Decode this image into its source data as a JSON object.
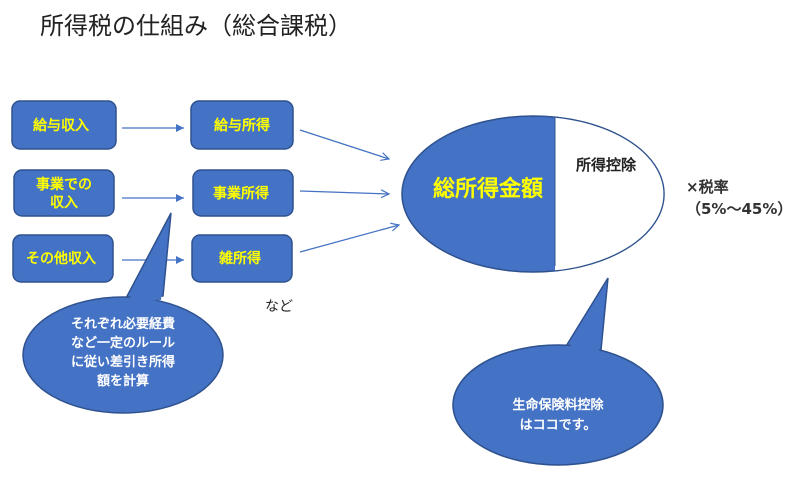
{
  "title": "所得税の仕組み（総合課税）",
  "income_sources": [
    "給与収入",
    [
      "事業での",
      "収入"
    ],
    "その他収入"
  ],
  "income_types": [
    "給与所得",
    "事業所得",
    "雑所得"
  ],
  "etc_label": "など",
  "total_income": "総所得金額",
  "deduction": "所得控除",
  "tax_rate": {
    "label": "×税率",
    "range": "（5%～45%）"
  },
  "callout_left": [
    "それぞれ必要経費",
    "など一定のルール",
    "に従い差引き所得",
    "額を計算"
  ],
  "callout_right": [
    "生命保険料控除",
    "はココです。"
  ],
  "colors": {
    "box": "#4472c4",
    "highlight_text": "#ffff00"
  }
}
